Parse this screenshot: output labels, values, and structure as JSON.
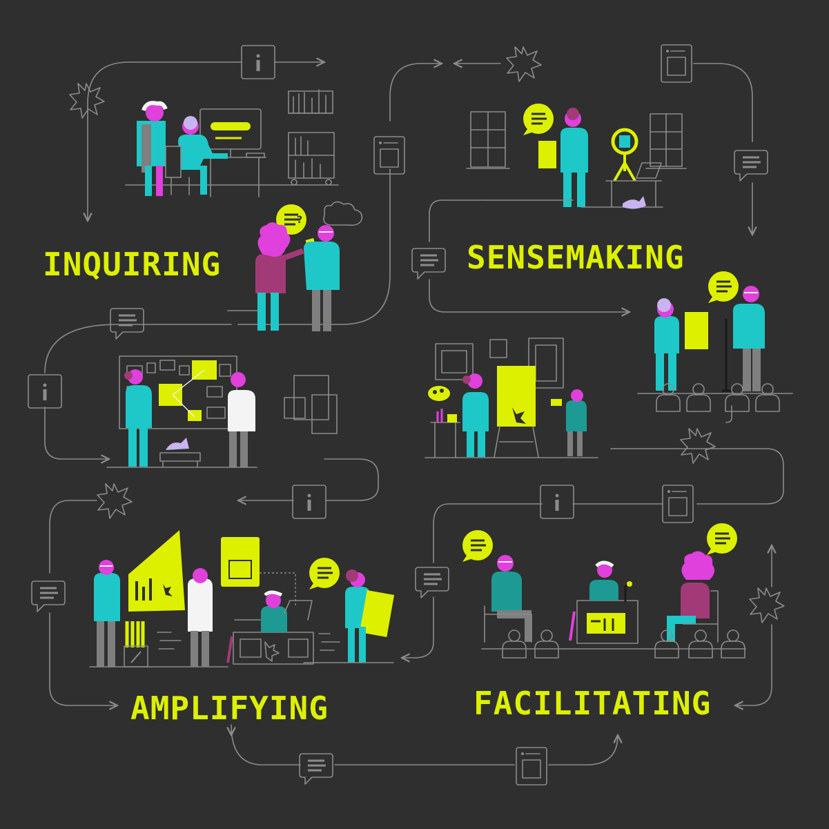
{
  "stages": {
    "inquiring": "INQUIRING",
    "sensemaking": "SENSEMAKING",
    "amplifying": "AMPLIFYING",
    "facilitating": "FACILITATING"
  },
  "colors": {
    "background": "#2f2f2f",
    "accent_yellow": "#dcf000",
    "teal": "#1ec8c8",
    "magenta": "#e040dc",
    "plum": "#a23a78",
    "line_gray": "#8c8c8c"
  },
  "icons": [
    "info-icon",
    "chat-bubble-icon",
    "document-icon",
    "starburst-icon",
    "arrow-icon"
  ],
  "speech_bubble_glyph": "?"
}
